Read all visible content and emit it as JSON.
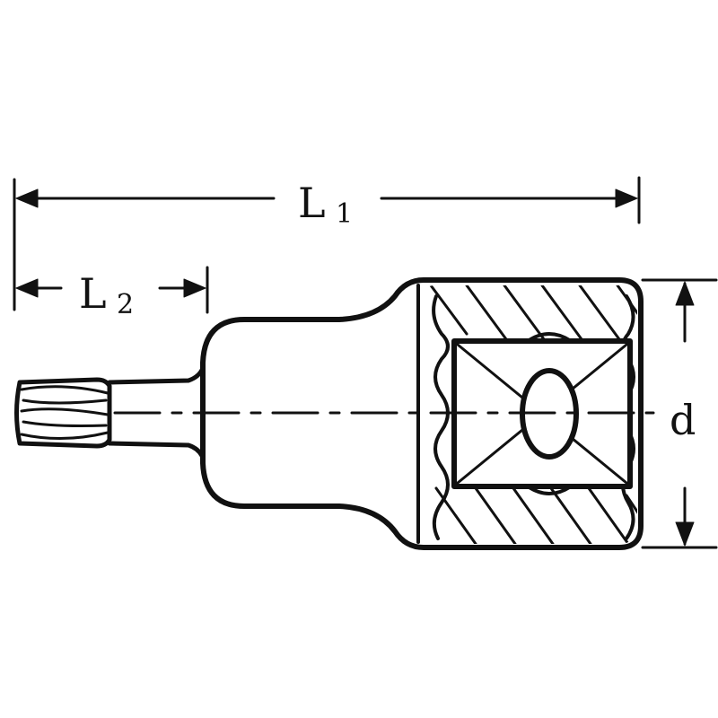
{
  "drawing": {
    "line_color": "#111111",
    "background": "#ffffff",
    "dimensions": {
      "overall_length": {
        "main": "L",
        "sub": "1"
      },
      "bit_length": {
        "main": "L",
        "sub": "2"
      },
      "drive_size": {
        "main": "d"
      }
    }
  }
}
